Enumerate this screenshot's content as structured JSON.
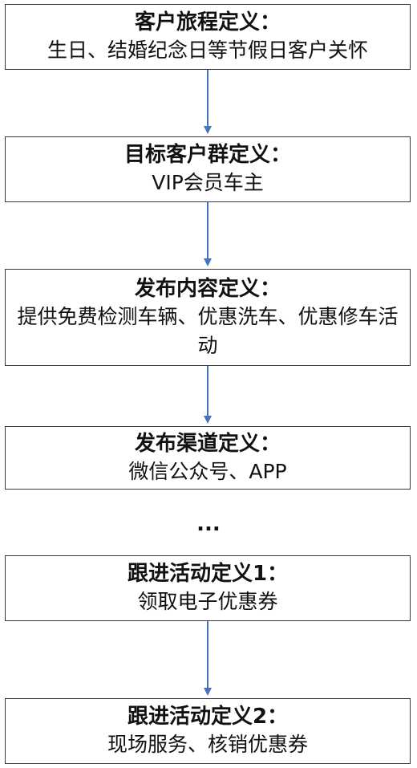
{
  "steps": [
    {
      "title": "客户旅程定义：",
      "body": "生日、结婚纪念日等节假日客户关怀"
    },
    {
      "title": "目标客户群定义：",
      "body": "VIP会员车主"
    },
    {
      "title": "发布内容定义：",
      "body": "提供免费检测车辆、优惠洗车、优惠修车活动"
    },
    {
      "title": "发布渠道定义：",
      "body": "微信公众号、APP"
    },
    {
      "title": "跟进活动定义1：",
      "body": "领取电子优惠券"
    },
    {
      "title": "跟进活动定义2：",
      "body": "现场服务、核销优惠券"
    }
  ],
  "ellipsis": "...",
  "colors": {
    "arrow": "#4472c4",
    "border": "#3a3a3a"
  }
}
